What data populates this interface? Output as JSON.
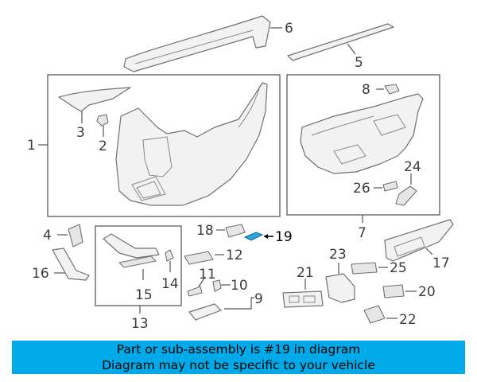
{
  "diagram": {
    "callouts": {
      "c1": "1",
      "c2": "2",
      "c3": "3",
      "c4": "4",
      "c5": "5",
      "c6": "6",
      "c7": "7",
      "c8": "8",
      "c9": "9",
      "c10": "10",
      "c11": "11",
      "c12": "12",
      "c13": "13",
      "c14": "14",
      "c15": "15",
      "c16": "16",
      "c17": "17",
      "c18": "18",
      "c19": "19",
      "c20": "20",
      "c21": "21",
      "c22": "22",
      "c23": "23",
      "c24": "24",
      "c25": "25",
      "c26": "26"
    },
    "highlighted_part": "19",
    "highlight_color": "#29a8e0"
  },
  "banner": {
    "line1": "Part or sub-assembly is #19 in diagram",
    "line2": "Diagram may not be specific to your vehicle",
    "background": "#00a9e8"
  }
}
